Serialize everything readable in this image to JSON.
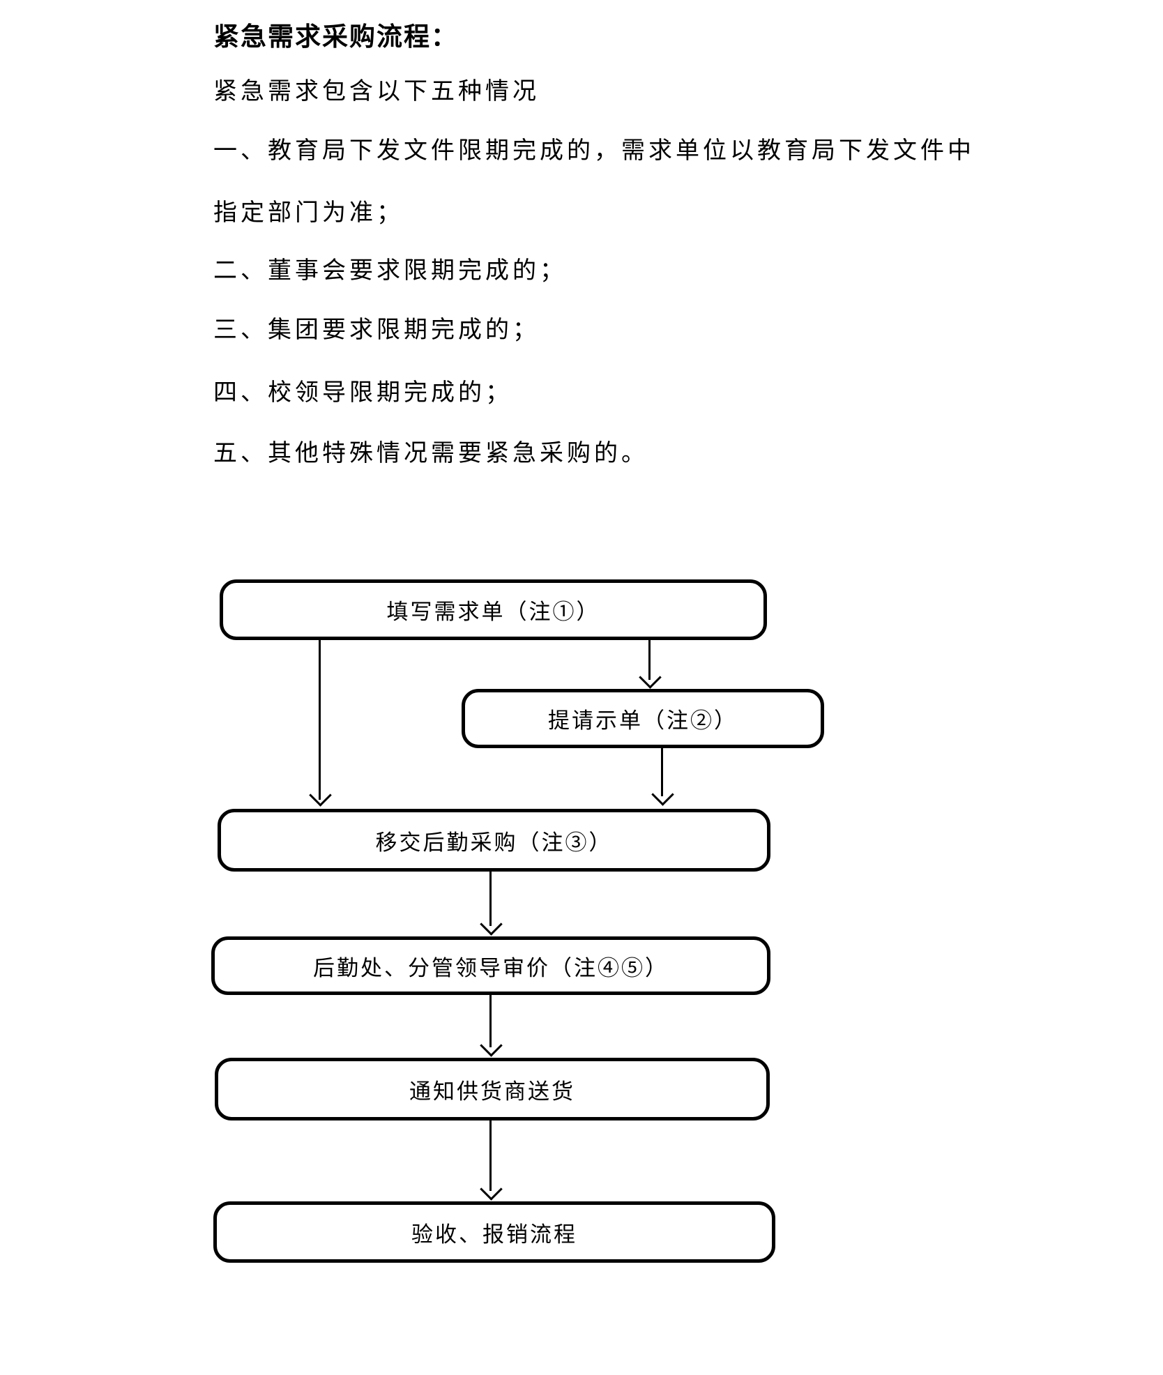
{
  "document": {
    "title": "紧急需求采购流程：",
    "intro": "紧急需求包含以下五种情况",
    "list_lines": [
      "一、教育局下发文件限期完成的，需求单位以教育局下发文件中",
      "指定部门为准；",
      "二、董事会要求限期完成的；",
      "三、集团要求限期完成的；",
      "四、校领导限期完成的；",
      "五、其他特殊情况需要紧急采购的。"
    ]
  },
  "flowchart": {
    "nodes": [
      {
        "id": "fill-request-form",
        "label": "填写需求单（注①）"
      },
      {
        "id": "submit-approval-form",
        "label": "提请示单（注②）"
      },
      {
        "id": "transfer-logistics-purchase",
        "label": "移交后勤采购（注③）"
      },
      {
        "id": "price-review",
        "label": "后勤处、分管领导审价（注④⑤）"
      },
      {
        "id": "notify-supplier-delivery",
        "label": "通知供货商送货"
      },
      {
        "id": "acceptance-reimbursement",
        "label": "验收、报销流程"
      }
    ],
    "edges": [
      {
        "from": "fill-request-form",
        "to": "transfer-logistics-purchase"
      },
      {
        "from": "fill-request-form",
        "to": "submit-approval-form"
      },
      {
        "from": "submit-approval-form",
        "to": "transfer-logistics-purchase"
      },
      {
        "from": "transfer-logistics-purchase",
        "to": "price-review"
      },
      {
        "from": "price-review",
        "to": "notify-supplier-delivery"
      },
      {
        "from": "notify-supplier-delivery",
        "to": "acceptance-reimbursement"
      }
    ],
    "line_color": "#000000",
    "background_color": "#ffffff"
  }
}
